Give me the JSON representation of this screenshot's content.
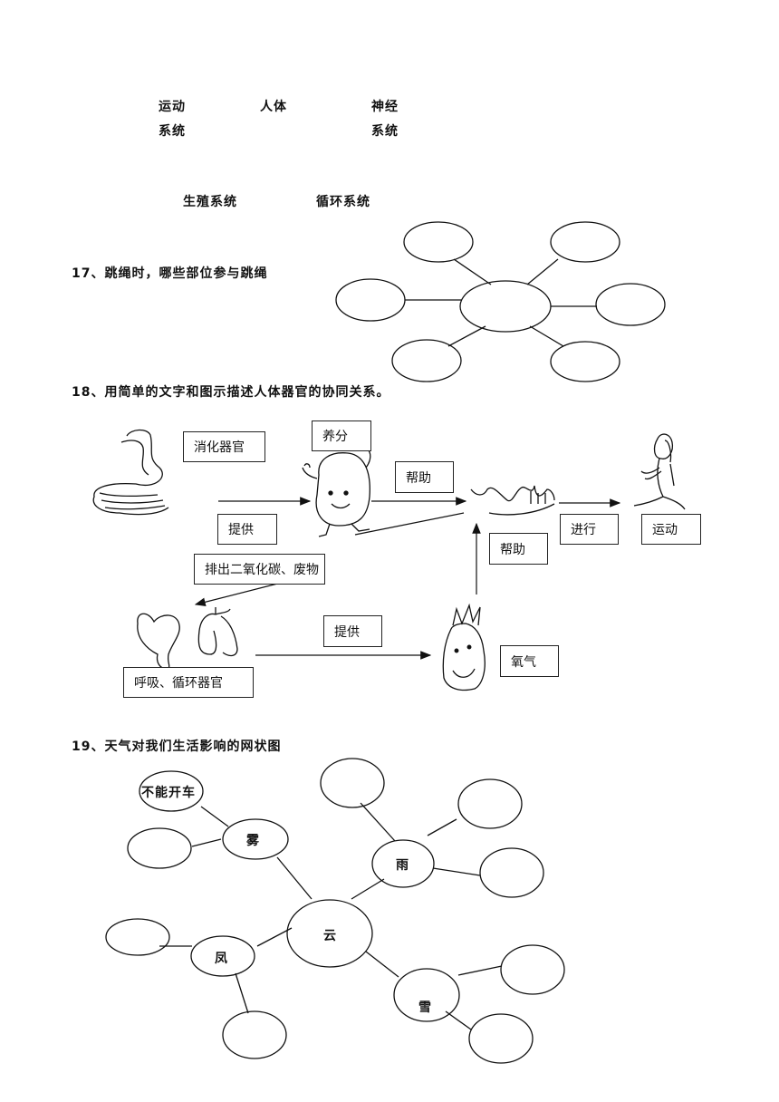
{
  "q16": {
    "systems": {
      "motor_line1": "运动",
      "motor_line2": "系统",
      "body": "人体",
      "nerve_line1": "神经",
      "nerve_line2": "系统",
      "reproductive": "生殖系统",
      "circulatory": "循环系统"
    }
  },
  "q17": {
    "title": "17、跳绳时，哪些部位参与跳绳"
  },
  "q18": {
    "title": "18、用简单的文字和图示描述人体器官的协同关系。",
    "labels": {
      "digestive": "消化器官",
      "nutrients": "养分",
      "help1": "帮助",
      "provide1": "提供",
      "perform": "进行",
      "movement": "运动",
      "help2": "帮助",
      "expel": "排出二氧化碳、废物",
      "provide2": "提供",
      "oxygen": "氧气",
      "resp_circ": "呼吸、循环器官"
    }
  },
  "q19": {
    "title": "19、天气对我们生活影响的网状图",
    "nodes": {
      "center": "云",
      "fog": "雾",
      "rain": "雨",
      "wind": "凤",
      "snow": "雪",
      "cannot_drive": "不能开车"
    }
  }
}
